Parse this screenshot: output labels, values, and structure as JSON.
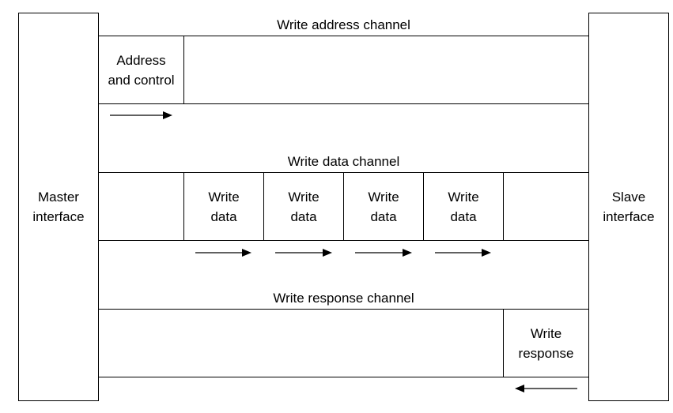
{
  "master": {
    "label": "Master\ninterface"
  },
  "slave": {
    "label": "Slave\ninterface"
  },
  "write_address": {
    "title": "Write address channel",
    "cell": "Address\nand control"
  },
  "write_data": {
    "title": "Write data channel",
    "cells": [
      "Write\ndata",
      "Write\ndata",
      "Write\ndata",
      "Write\ndata"
    ]
  },
  "write_response": {
    "title": "Write response channel",
    "cell": "Write\nresponse"
  },
  "colors": {
    "stroke": "#000000",
    "background": "#ffffff"
  }
}
